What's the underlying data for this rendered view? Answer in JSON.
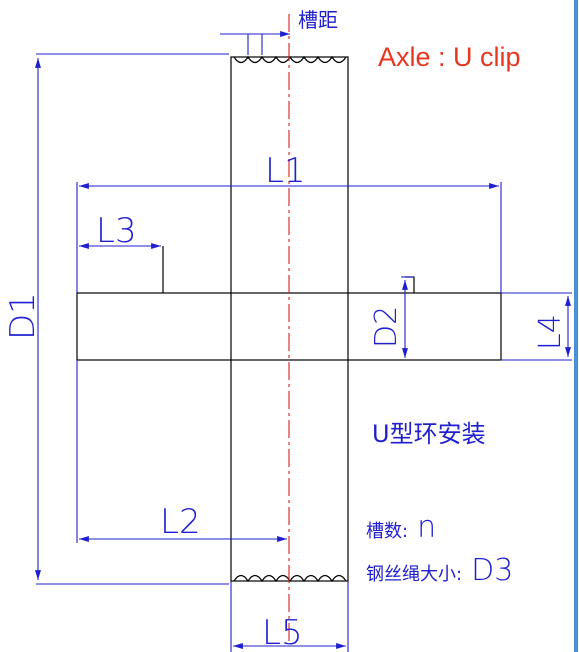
{
  "title": "Axle : U clip",
  "pitch_label": "槽距",
  "labels": {
    "D1": "D1",
    "D2": "D2",
    "L1": "L1",
    "L2": "L2",
    "L3": "L3",
    "L4": "L4",
    "L5": "L5"
  },
  "install_note": "U型环安装",
  "groove_count_label": "槽数:",
  "groove_count_value": "n",
  "rope_size_label": "钢丝绳大小:",
  "rope_size_value": "D3",
  "colors": {
    "outline": "#000000",
    "dimension": "#1f1fd0",
    "center_line": "#d42020",
    "title": "#e8361f",
    "border": "#4a90d9"
  }
}
